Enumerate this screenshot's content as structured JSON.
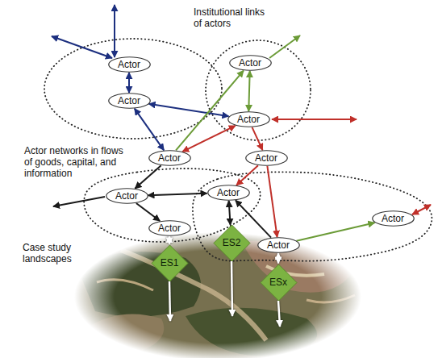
{
  "diagram": {
    "nodes": [
      {
        "text": [
          "Actor"
        ]
      },
      {
        "text": [
          "Actor"
        ]
      },
      {
        "text": [
          "Actor"
        ]
      },
      {
        "text": [
          "Actor"
        ]
      },
      {
        "text": [
          "Actor"
        ]
      },
      {
        "text": [
          "Actor"
        ]
      },
      {
        "text": [
          "Actor"
        ]
      },
      {
        "text": [
          "Actor"
        ]
      },
      {
        "text": [
          "Actor"
        ]
      },
      {
        "text": [
          "Actor"
        ]
      },
      {
        "text": [
          "Actor"
        ]
      },
      {
        "text": [
          "ES1"
        ]
      },
      {
        "text": [
          "ES2"
        ]
      },
      {
        "text": [
          "ESx"
        ]
      }
    ],
    "edges": [
      {
        "from": 0,
        "to": 2,
        "arrow": "both"
      },
      {
        "from": 2,
        "to": 3,
        "arrow": "both"
      },
      {
        "from": 2,
        "to": 4,
        "arrow": "both"
      },
      {
        "from": 4,
        "to": 1,
        "arrow": "to"
      },
      {
        "from": 1,
        "to": 3,
        "arrow": "both"
      },
      {
        "from": 3,
        "to": 4,
        "arrow": "both"
      },
      {
        "from": 3,
        "to": 5,
        "arrow": "to"
      },
      {
        "from": 5,
        "to": 7,
        "arrow": "to"
      },
      {
        "from": 5,
        "to": 10,
        "arrow": "to"
      },
      {
        "from": 4,
        "to": 6,
        "arrow": "to"
      },
      {
        "from": 6,
        "to": 7,
        "arrow": "both"
      },
      {
        "from": 6,
        "to": 9,
        "arrow": "to"
      },
      {
        "from": 7,
        "to": 12,
        "arrow": "both"
      },
      {
        "from": 10,
        "to": 7,
        "arrow": "to"
      },
      {
        "from": 10,
        "to": 8,
        "arrow": "to"
      },
      {
        "from": 9,
        "to": 11,
        "arrow": "both"
      },
      {
        "from": 10,
        "to": 13,
        "arrow": "both"
      }
    ],
    "labels": [
      "Institutional links of actors",
      "Actor networks in flows of goods, capital, and information",
      "Case study landscapes"
    ]
  }
}
